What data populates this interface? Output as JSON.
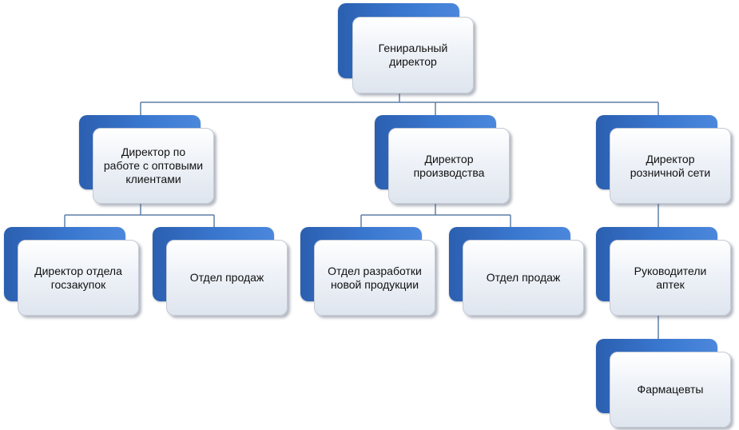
{
  "diagram": {
    "type": "org-chart",
    "nodes": [
      {
        "id": "ceo",
        "label": "Гениральный\nдиректор"
      },
      {
        "id": "wholesale",
        "label": "Директор по\nработе с оптовыми\nклиентами",
        "parent": "ceo"
      },
      {
        "id": "production",
        "label": "Директор\nпроизводства",
        "parent": "ceo"
      },
      {
        "id": "retail",
        "label": "Директор\nрозничной сети",
        "parent": "ceo"
      },
      {
        "id": "procurement",
        "label": "Директор отдела\nгосзакупок",
        "parent": "wholesale"
      },
      {
        "id": "sales1",
        "label": "Отдел продаж",
        "parent": "wholesale"
      },
      {
        "id": "rnd",
        "label": "Отдел разработки\nновой продукции",
        "parent": "production"
      },
      {
        "id": "sales2",
        "label": "Отдел продаж",
        "parent": "production"
      },
      {
        "id": "pharmacy-heads",
        "label": "Руководители\nаптек",
        "parent": "retail"
      },
      {
        "id": "pharmacists",
        "label": "Фармацевты",
        "parent": "pharmacy-heads"
      }
    ],
    "colors": {
      "back_card": "#3a78d0",
      "front_card": "#eef2f8",
      "connector": "#5f7fa6"
    }
  }
}
